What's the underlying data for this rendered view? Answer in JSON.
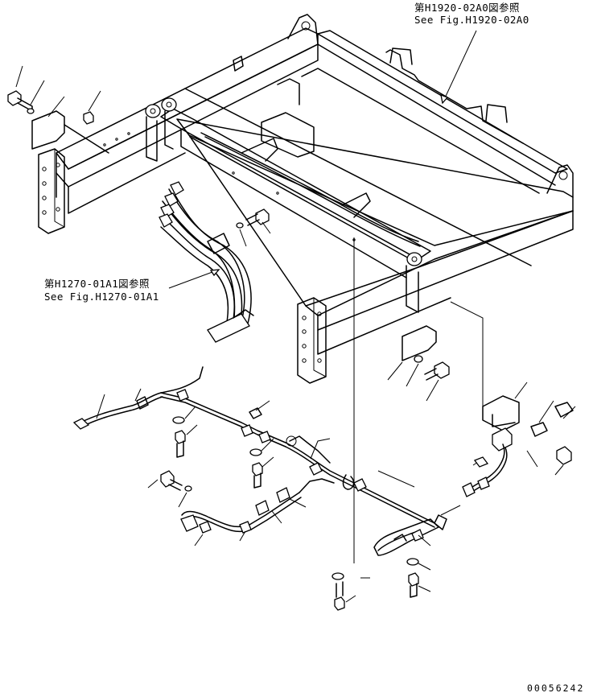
{
  "refs": {
    "top": {
      "jp": "第H1920-02A0図参照",
      "en": "See Fig.H1920-02A0"
    },
    "mid": {
      "jp": "第H1270-01A1図参照",
      "en": "See Fig.H1270-01A1"
    }
  },
  "drawing_number": "00056242"
}
